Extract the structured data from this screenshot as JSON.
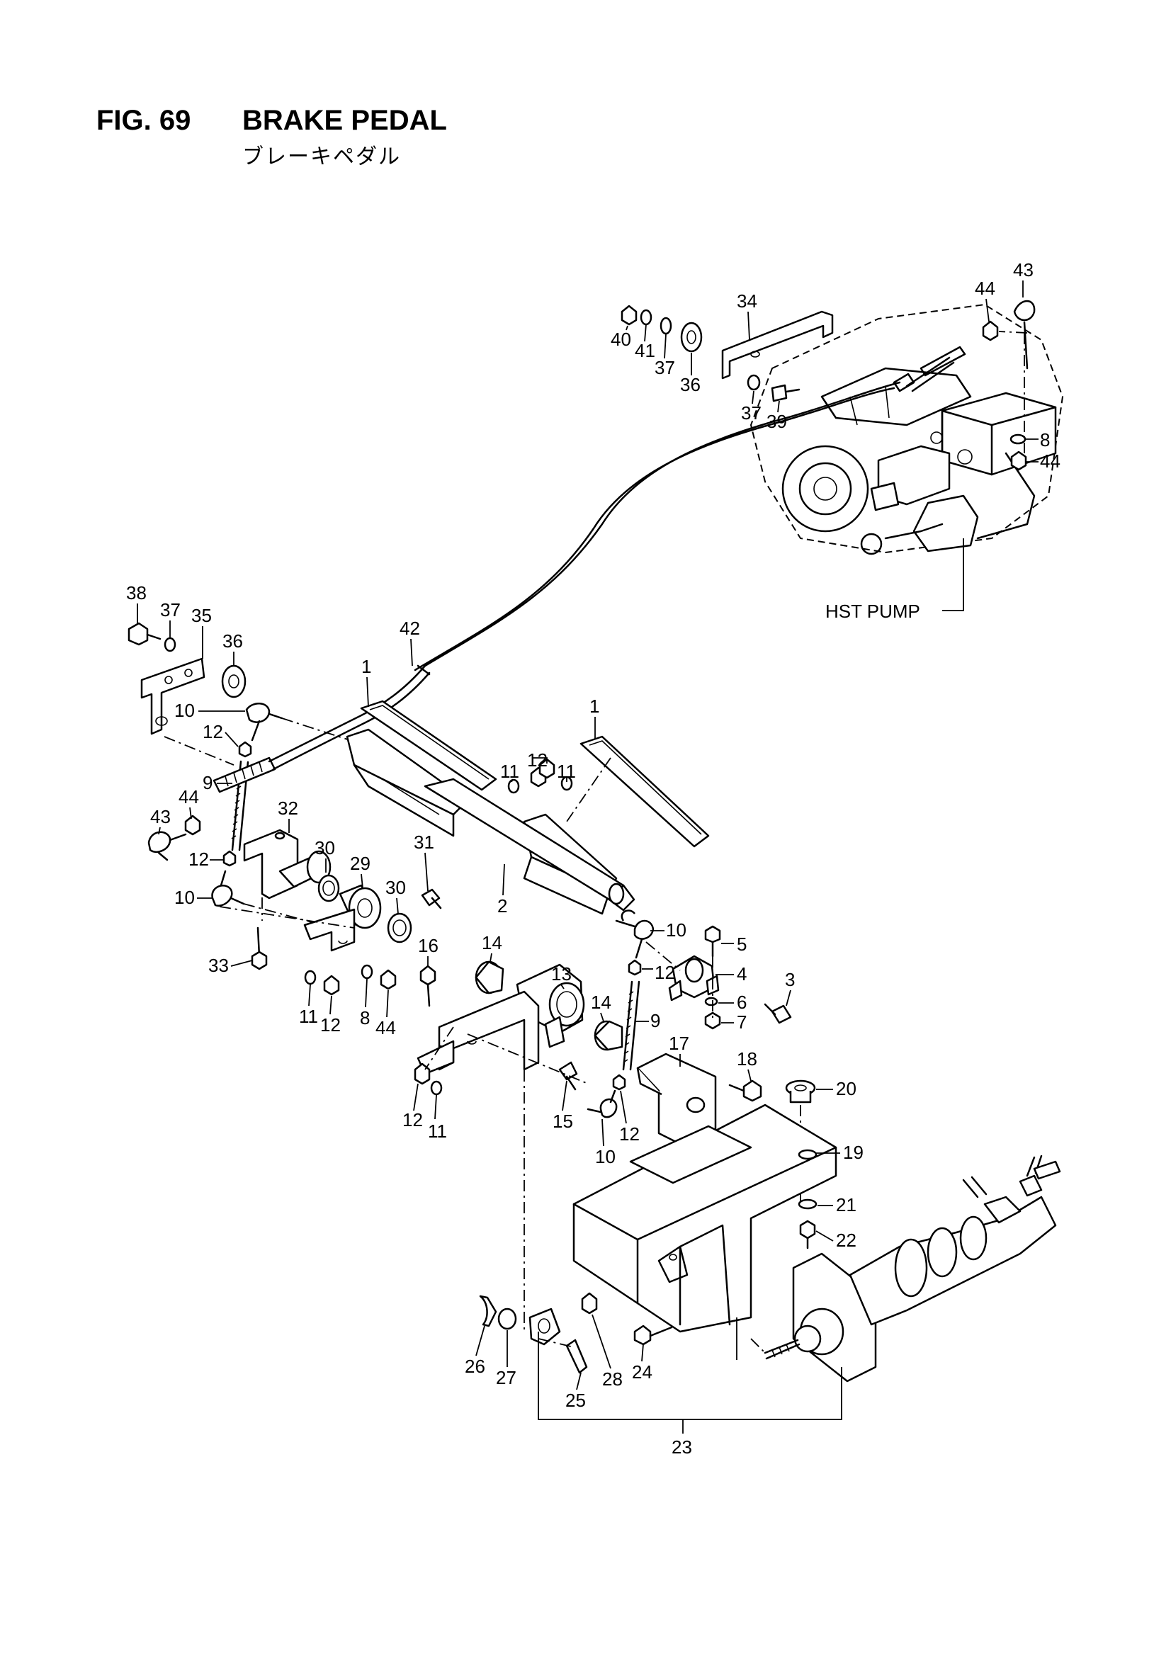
{
  "figure": {
    "number": "FIG. 69",
    "title": "BRAKE PEDAL",
    "subtitle_jp": "ブレーキペダル"
  },
  "assembly_label": "HST PUMP",
  "callouts": [
    {
      "id": "c43a",
      "text": "43"
    },
    {
      "id": "c44a",
      "text": "44"
    },
    {
      "id": "c34",
      "text": "34"
    },
    {
      "id": "c40",
      "text": "40"
    },
    {
      "id": "c41",
      "text": "41"
    },
    {
      "id": "c37a",
      "text": "37"
    },
    {
      "id": "c36a",
      "text": "36"
    },
    {
      "id": "c37b",
      "text": "37"
    },
    {
      "id": "c39",
      "text": "39"
    },
    {
      "id": "c8a",
      "text": "8"
    },
    {
      "id": "c44b",
      "text": "44"
    },
    {
      "id": "c38",
      "text": "38"
    },
    {
      "id": "c37c",
      "text": "37"
    },
    {
      "id": "c35",
      "text": "35"
    },
    {
      "id": "c36b",
      "text": "36"
    },
    {
      "id": "c42",
      "text": "42"
    },
    {
      "id": "c1a",
      "text": "1"
    },
    {
      "id": "c1b",
      "text": "1"
    },
    {
      "id": "c10a",
      "text": "10"
    },
    {
      "id": "c12a",
      "text": "12"
    },
    {
      "id": "c9a",
      "text": "9"
    },
    {
      "id": "c44c",
      "text": "44"
    },
    {
      "id": "c43b",
      "text": "43"
    },
    {
      "id": "c12b",
      "text": "12"
    },
    {
      "id": "c10b",
      "text": "10"
    },
    {
      "id": "c32",
      "text": "32"
    },
    {
      "id": "c30a",
      "text": "30"
    },
    {
      "id": "c29",
      "text": "29"
    },
    {
      "id": "c30b",
      "text": "30"
    },
    {
      "id": "c31",
      "text": "31"
    },
    {
      "id": "c11a",
      "text": "11"
    },
    {
      "id": "c12c",
      "text": "12"
    },
    {
      "id": "c11b",
      "text": "11"
    },
    {
      "id": "c2",
      "text": "2"
    },
    {
      "id": "c10c",
      "text": "10"
    },
    {
      "id": "c5",
      "text": "5"
    },
    {
      "id": "c4",
      "text": "4"
    },
    {
      "id": "c3",
      "text": "3"
    },
    {
      "id": "c6",
      "text": "6"
    },
    {
      "id": "c7",
      "text": "7"
    },
    {
      "id": "c12d",
      "text": "12"
    },
    {
      "id": "c33",
      "text": "33"
    },
    {
      "id": "c16",
      "text": "16"
    },
    {
      "id": "c14a",
      "text": "14"
    },
    {
      "id": "c13",
      "text": "13"
    },
    {
      "id": "c14b",
      "text": "14"
    },
    {
      "id": "c9b",
      "text": "9"
    },
    {
      "id": "c17",
      "text": "17"
    },
    {
      "id": "c18",
      "text": "18"
    },
    {
      "id": "c20",
      "text": "20"
    },
    {
      "id": "c11c",
      "text": "11"
    },
    {
      "id": "c12e",
      "text": "12"
    },
    {
      "id": "c8b",
      "text": "8"
    },
    {
      "id": "c44d",
      "text": "44"
    },
    {
      "id": "c12f",
      "text": "12"
    },
    {
      "id": "c11d",
      "text": "11"
    },
    {
      "id": "c15",
      "text": "15"
    },
    {
      "id": "c10d",
      "text": "10"
    },
    {
      "id": "c12g",
      "text": "12"
    },
    {
      "id": "c19",
      "text": "19"
    },
    {
      "id": "c21",
      "text": "21"
    },
    {
      "id": "c22",
      "text": "22"
    },
    {
      "id": "c26",
      "text": "26"
    },
    {
      "id": "c27",
      "text": "27"
    },
    {
      "id": "c25",
      "text": "25"
    },
    {
      "id": "c28",
      "text": "28"
    },
    {
      "id": "c24",
      "text": "24"
    },
    {
      "id": "c23",
      "text": "23"
    }
  ]
}
